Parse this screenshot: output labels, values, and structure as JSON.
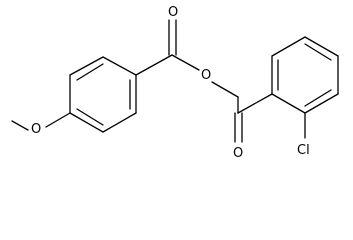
{
  "molecule": {
    "atom_labels": {
      "carbonyl_oxygen_ester": "O",
      "ester_oxygen": "O",
      "ketone_oxygen": "O",
      "methoxy_oxygen": "O",
      "chlorine": "Cl"
    },
    "colors": {
      "bond": "#000000",
      "label": "#000000",
      "background": "#ffffff"
    }
  }
}
